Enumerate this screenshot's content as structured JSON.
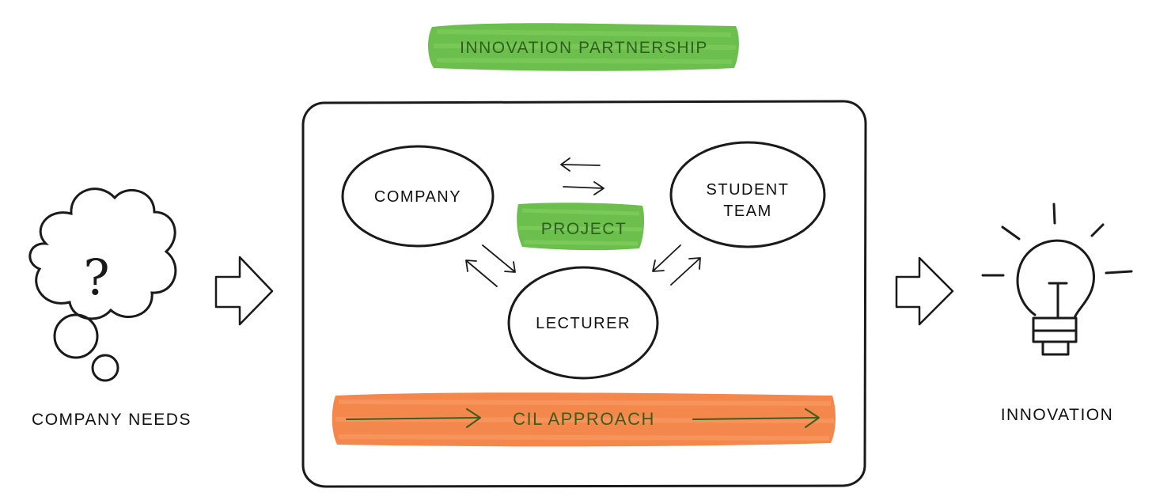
{
  "banner": {
    "label": "INNOVATION PARTNERSHIP"
  },
  "input": {
    "label": "COMPANY NEEDS",
    "symbol": "?"
  },
  "output": {
    "label": "INNOVATION"
  },
  "nodes": {
    "company": "COMPANY",
    "student_team_line1": "STUDENT",
    "student_team_line2": "TEAM",
    "lecturer": "LECTURER"
  },
  "project": {
    "label": "PROJECT"
  },
  "approach": {
    "label": "CIL APPROACH"
  },
  "icons": {
    "input": "thought-cloud-question-icon",
    "output": "lightbulb-icon"
  },
  "colors": {
    "green_fill": "#6cbf4c",
    "green_text": "#2f5f1e",
    "orange_fill": "#f4874b",
    "orange_text": "#3d5d1a",
    "ink": "#1a1a1a"
  }
}
